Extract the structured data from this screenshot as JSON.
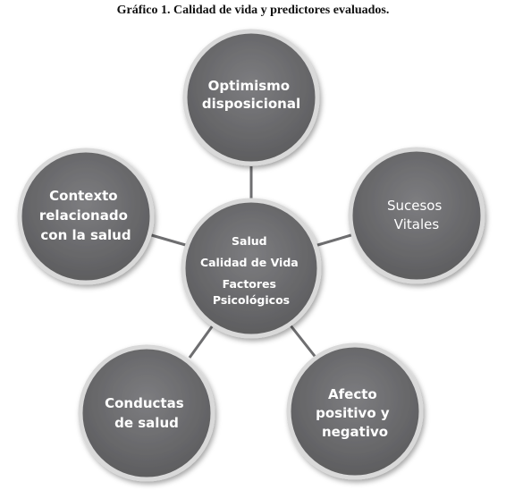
{
  "title": "Gráfico 1. Calidad de vida y predictores evaluados.",
  "center": {
    "lines": [
      "Salud",
      "Calidad de Vida",
      "Factores",
      "Psicológicos"
    ]
  },
  "nodes": [
    {
      "id": "optimismo",
      "lines": [
        "Optimismo",
        "disposicional"
      ]
    },
    {
      "id": "sucesos",
      "lines": [
        "Sucesos",
        "Vitales"
      ]
    },
    {
      "id": "afecto",
      "lines": [
        "Afecto",
        "positivo y",
        "negativo"
      ]
    },
    {
      "id": "conductas",
      "lines": [
        "Conductas",
        "de salud"
      ]
    },
    {
      "id": "contexto",
      "lines": [
        "Contexto",
        "relacionado",
        "con la salud"
      ]
    }
  ],
  "colors": {
    "node_fill": "#6e6e70",
    "node_border": "#d9d9d9",
    "connector": "#6e6e70",
    "text": "#ffffff"
  }
}
